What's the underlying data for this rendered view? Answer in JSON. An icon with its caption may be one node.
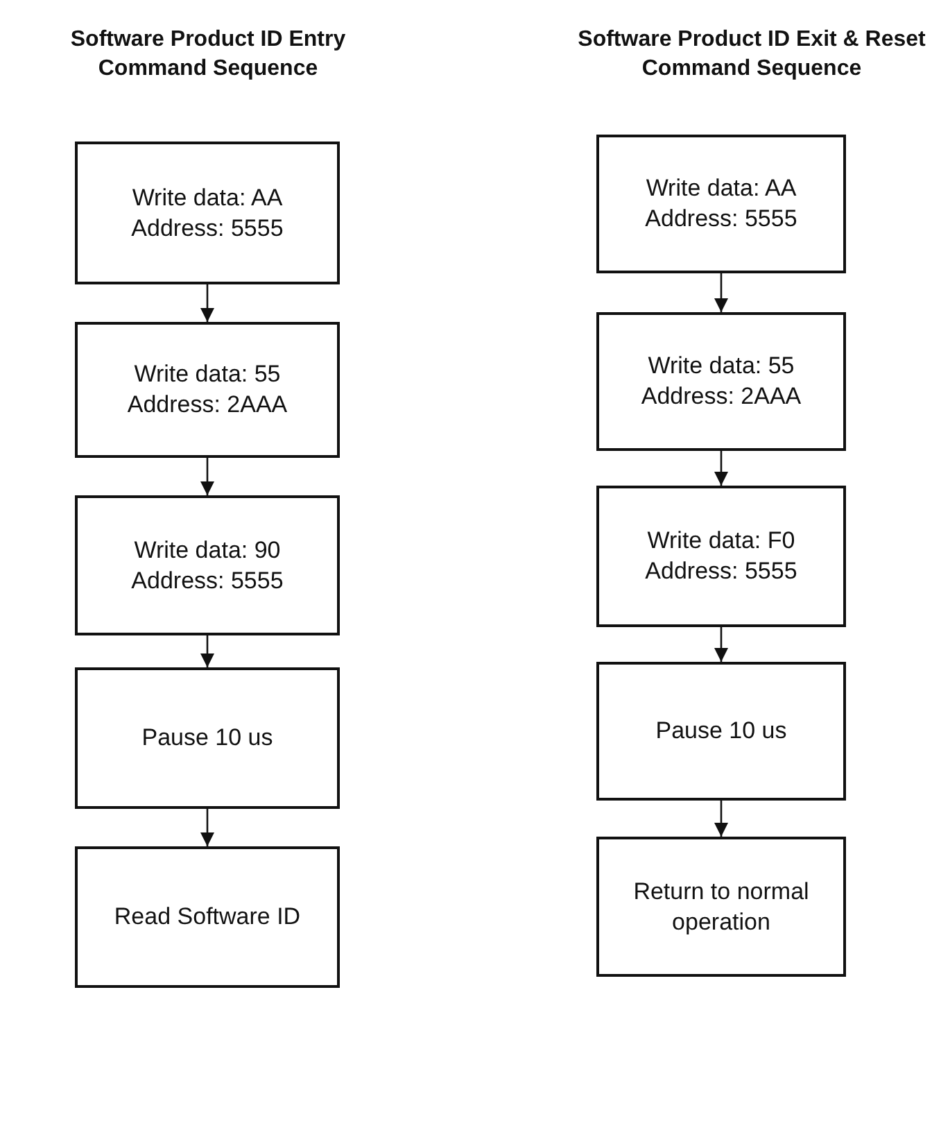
{
  "diagram": {
    "nodes": [
      {
        "text": [
          "Write data: AA Address: 5555"
        ]
      },
      {
        "text": [
          "Write data: 55 Address: 2AAA"
        ]
      },
      {
        "text": [
          "Write data: 90 Address: 5555"
        ]
      },
      {
        "text": [
          "Pause 10 us"
        ]
      },
      {
        "text": [
          "Read Software ID"
        ]
      },
      {
        "text": [
          "Write data: AA Address: 5555"
        ]
      },
      {
        "text": [
          "Write data: 55 Address: 2AAA"
        ]
      },
      {
        "text": [
          "Write data: F0 Address: 5555"
        ]
      },
      {
        "text": [
          "Pause 10 us"
        ]
      },
      {
        "text": [
          "Return to normal operation"
        ]
      }
    ],
    "edges": [
      {
        "from": 0,
        "to": 1,
        "arrow": "to"
      },
      {
        "from": 1,
        "to": 2,
        "arrow": "to"
      },
      {
        "from": 2,
        "to": 3,
        "arrow": "to"
      },
      {
        "from": 3,
        "to": 4,
        "arrow": "to"
      },
      {
        "from": 5,
        "to": 6,
        "arrow": "to"
      },
      {
        "from": 6,
        "to": 7,
        "arrow": "to"
      },
      {
        "from": 7,
        "to": 8,
        "arrow": "to"
      },
      {
        "from": 8,
        "to": 9,
        "arrow": "to"
      }
    ],
    "labels": [
      "Software Product ID Entry Command Sequence",
      "Software Product ID Exit & Reset Command Sequence"
    ]
  }
}
